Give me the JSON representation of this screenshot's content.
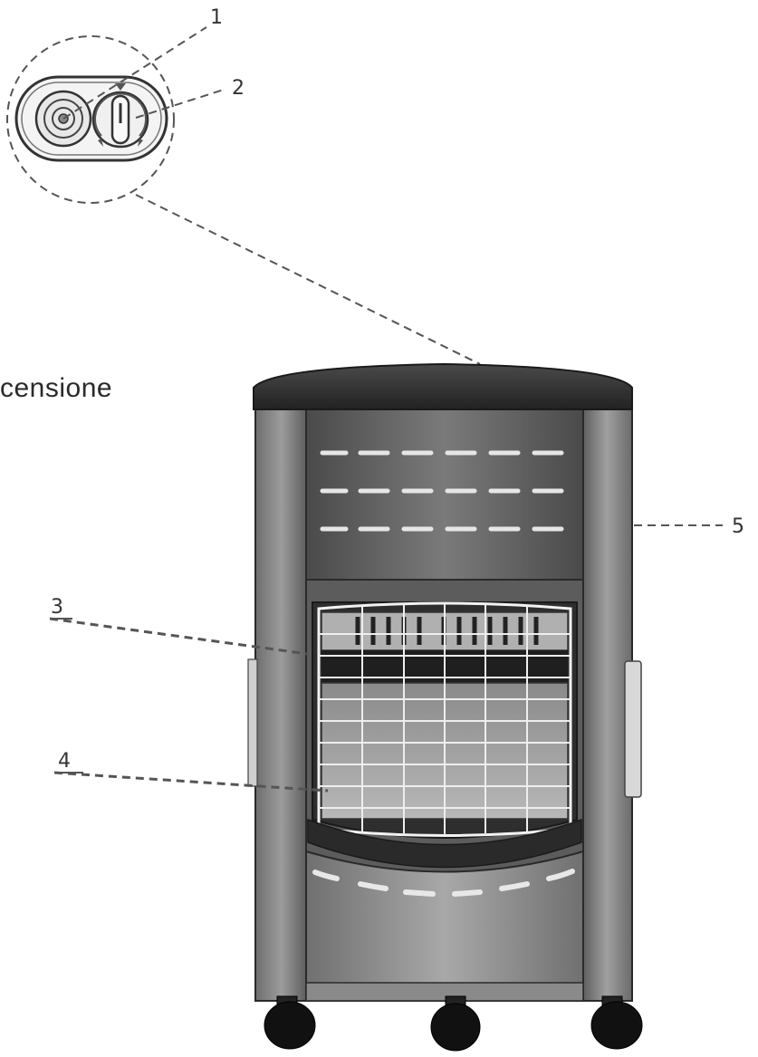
{
  "fragment_text": "censione",
  "callouts": [
    {
      "id": "1",
      "label": "1"
    },
    {
      "id": "2",
      "label": "2"
    },
    {
      "id": "3",
      "label": "3"
    },
    {
      "id": "4",
      "label": "4"
    },
    {
      "id": "5",
      "label": "5"
    }
  ],
  "colors": {
    "body_dark": "#3a3a3a",
    "body_mid": "#6a6a6a",
    "body_light": "#9a9a9a",
    "grille": "#d9d9d9",
    "line": "#555555"
  }
}
